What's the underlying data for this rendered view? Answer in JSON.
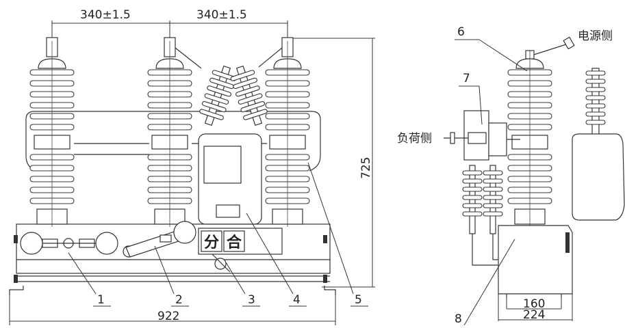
{
  "dimensions": {
    "phase_spacing_left": "340±1.5",
    "phase_spacing_right": "340±1.5",
    "total_width": "922",
    "height": "725",
    "side_inner": "160",
    "side_outer": "224"
  },
  "panel": {
    "open_label": "分",
    "close_label": "合"
  },
  "callouts": [
    "1",
    "2",
    "3",
    "4",
    "5",
    "6",
    "7",
    "8"
  ],
  "side_labels": {
    "power_side": "电源侧",
    "load_side": "负荷侧"
  }
}
